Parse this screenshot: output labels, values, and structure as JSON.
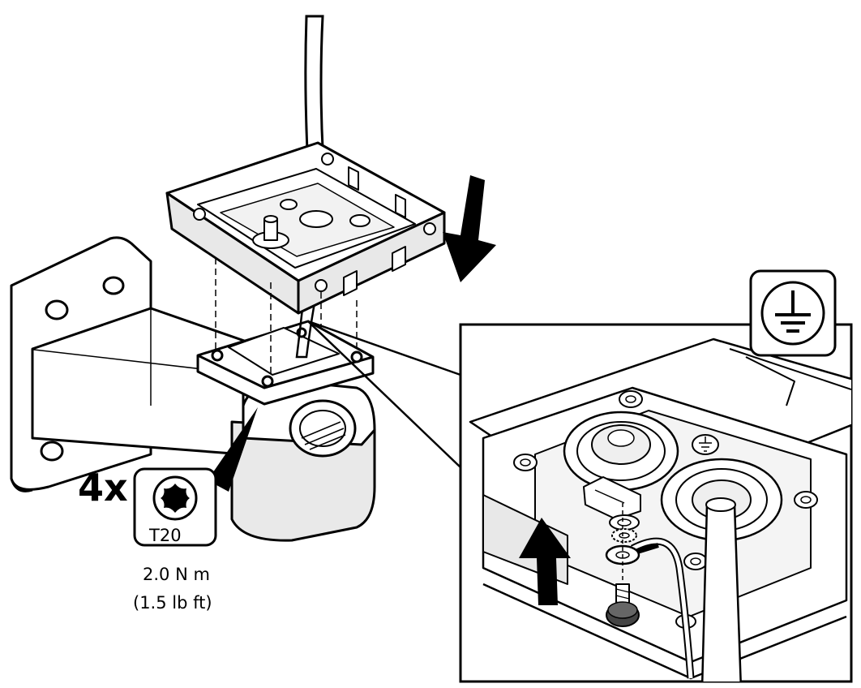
{
  "callout": {
    "quantity": "4x",
    "bit_label": "T20",
    "torque_nm": "2.0 N m",
    "torque_lbft": "(1.5 lb ft)",
    "tool_icon": "torx-bit-icon"
  },
  "detail": {
    "symbol_icon": "protective-earth-icon"
  },
  "arrows": {
    "down_icon": "arrow-down-icon",
    "up_icon": "arrow-up-icon"
  },
  "colors": {
    "line": "#000000",
    "fill_light": "#ffffff",
    "fill_shade": "#e6e6e6"
  }
}
